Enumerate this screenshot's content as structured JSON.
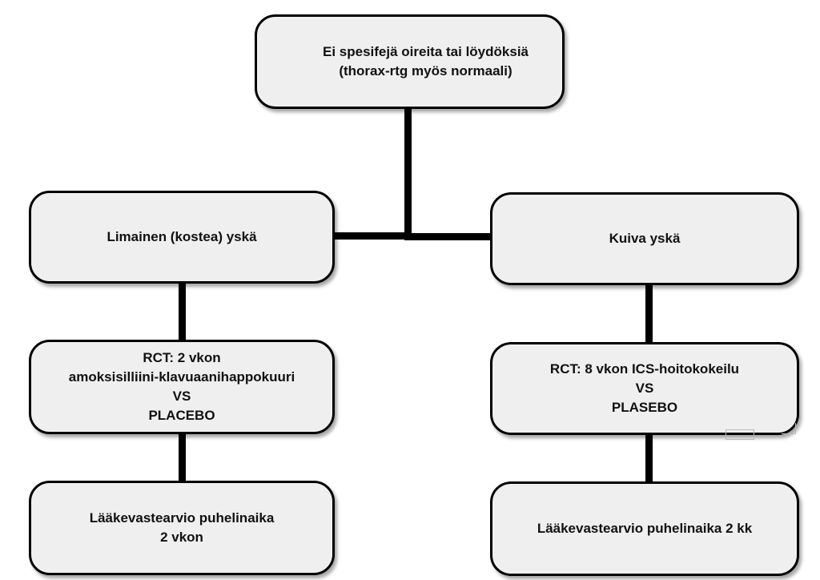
{
  "diagram": {
    "root": {
      "lines": [
        "Ei spesifejä oireita tai löydöksiä",
        "(thorax-rtg myös normaali)"
      ]
    },
    "left_branch": {
      "category": {
        "lines": [
          "Limainen (kostea) yskä"
        ]
      },
      "trial": {
        "lines": [
          "RCT: 2 vkon",
          "amoksisilliini-klavuaanihappokuuri",
          "VS",
          "PLACEBO"
        ]
      },
      "followup": {
        "lines": [
          "Lääkevastearvio puhelinaika",
          "2 vkon"
        ]
      }
    },
    "right_branch": {
      "category": {
        "lines": [
          "Kuiva yskä"
        ]
      },
      "trial": {
        "lines": [
          "RCT: 8 vkon ICS-hoitokokeilu",
          "VS",
          "PLASEBO"
        ]
      },
      "followup": {
        "lines": [
          "Lääkevastearvio puhelinaika 2 kk"
        ]
      }
    }
  },
  "colors": {
    "box_fill": "#efefef",
    "box_border": "#000000",
    "connector": "#000000",
    "text": "#111111"
  }
}
